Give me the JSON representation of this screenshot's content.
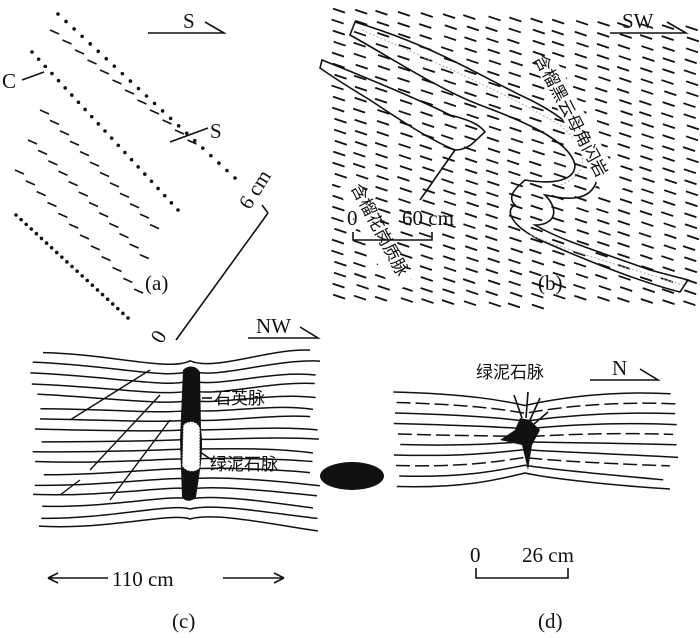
{
  "panels": {
    "a": {
      "caption": "(a)",
      "direction": "S",
      "label_c": "C",
      "label_s": "S",
      "scale_zero": "0",
      "scale_len": "6 cm"
    },
    "b": {
      "caption": "(b)",
      "direction": "SW",
      "host_rock": "含榴黑云母角闪岩",
      "vein": "含榴花岗质脉",
      "scale_zero": "0",
      "scale_len": "60 cm"
    },
    "c": {
      "caption": "(c)",
      "direction": "NW",
      "quartz_vein": "石英脉",
      "chlorite_vein": "绿泥石脉",
      "scale_len": "110 cm"
    },
    "d": {
      "caption": "(d)",
      "direction": "N",
      "chlorite_vein": "绿泥石脉",
      "scale_zero": "0",
      "scale_len": "26 cm"
    }
  }
}
